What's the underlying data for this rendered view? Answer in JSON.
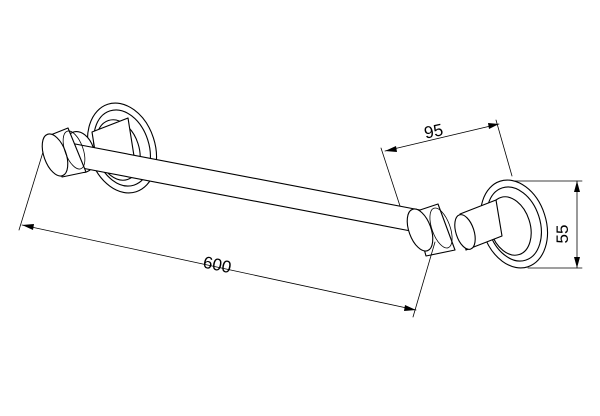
{
  "dimensions": {
    "length": "600",
    "projection": "95",
    "height": "55"
  }
}
